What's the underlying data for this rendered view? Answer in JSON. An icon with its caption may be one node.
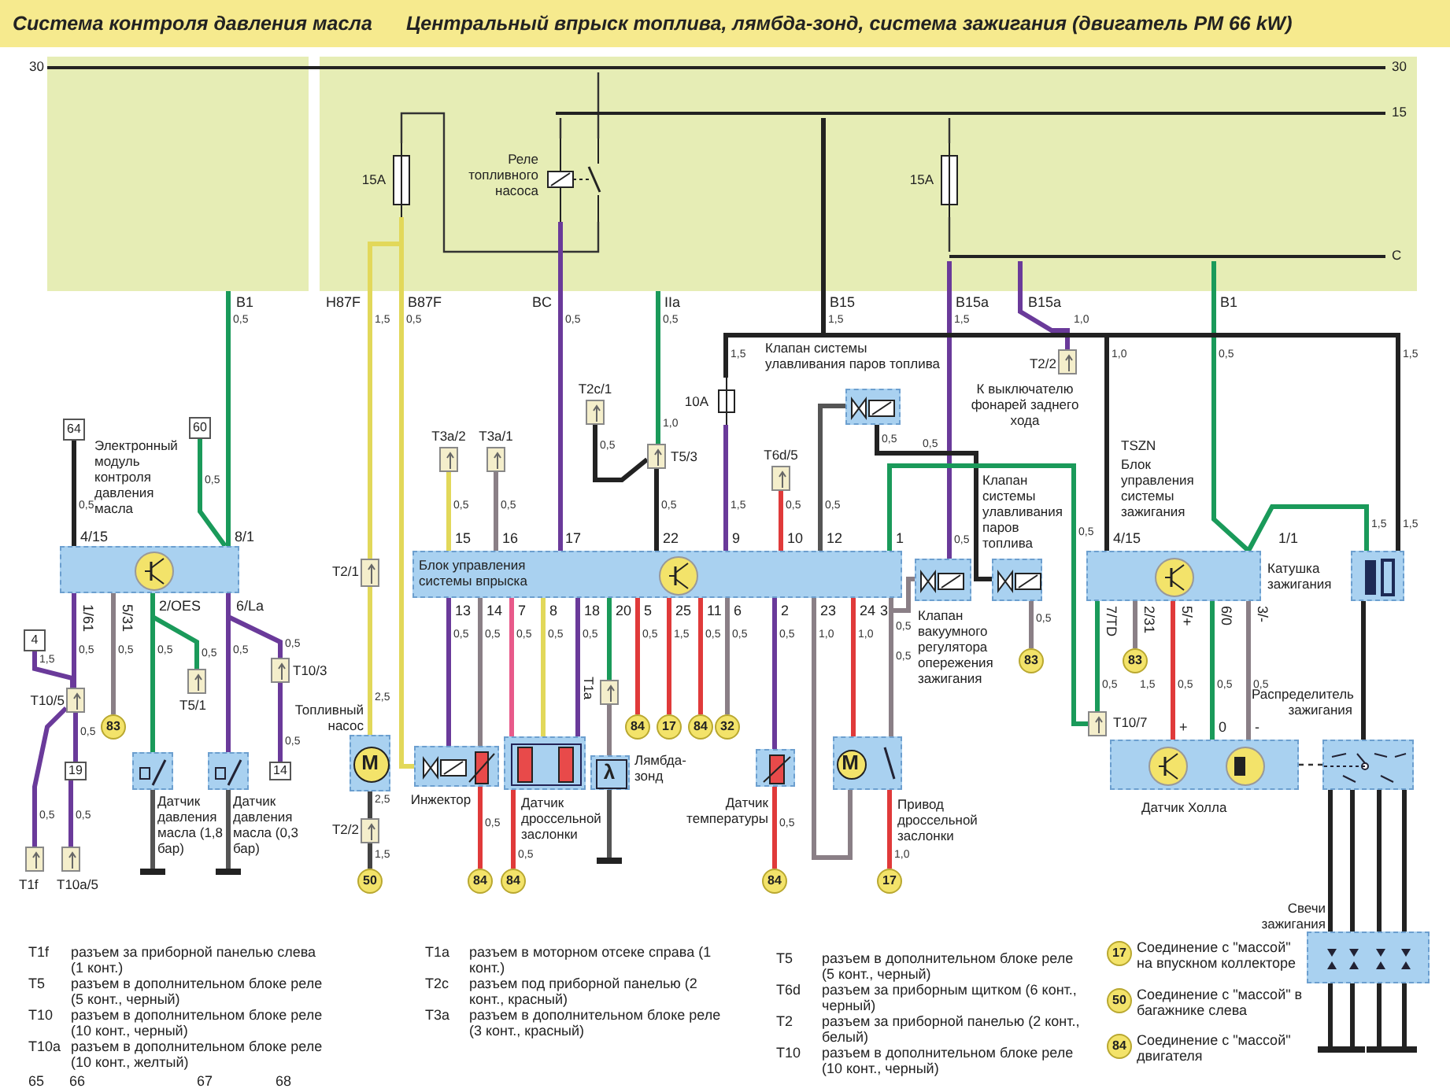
{
  "diagram": {
    "title": "Центральный впрыск топлива, лямбда-зонд, система зажигания (двигатель PM 66 kW)",
    "nodes": [
      {
        "text": [],
        "shape": "box"
      },
      {
        "text": [],
        "shape": "box"
      },
      {
        "text": [
          "30",
          "30"
        ]
      },
      {
        "text": [
          "15"
        ],
        "in": 1
      },
      {
        "text": [
          "C"
        ],
        "in": 1
      },
      {
        "text": [
          "Реле топливного насоса"
        ],
        "in": 1
      },
      {
        "text": [
          "15A"
        ],
        "in": 1
      },
      {
        "text": [
          "15A"
        ],
        "in": 1
      },
      {
        "text": [
          "Электронный модуль контроля давления масла"
        ]
      },
      {
        "text": [
          "64"
        ]
      },
      {
        "text": [
          "60"
        ]
      },
      {
        "text": [
          "4"
        ]
      },
      {
        "text": [
          "T10/5"
        ]
      },
      {
        "text": [
          "19"
        ]
      },
      {
        "text": [
          "T1f"
        ]
      },
      {
        "text": [
          "T10a/5"
        ]
      },
      {
        "text": [
          "83"
        ]
      },
      {
        "text": [
          "Датчик давления масла (1,8 бар)"
        ]
      },
      {
        "text": [
          "T5/1"
        ]
      },
      {
        "text": [
          "Датчик давления масла (0,3 бар)"
        ]
      },
      {
        "text": [
          "T10/3"
        ]
      },
      {
        "text": [
          "14"
        ]
      },
      {
        "text": [],
        "shape": "bar"
      },
      {
        "text": [],
        "shape": "bar"
      },
      {
        "text": [
          "T2/1"
        ]
      },
      {
        "text": [
          "Топливный насос",
          "M"
        ]
      },
      {
        "text": [
          "T2/2"
        ]
      },
      {
        "text": [
          "50"
        ]
      },
      {
        "text": [
          "Блок управления системы впрыска"
        ]
      },
      {
        "text": [
          "T3a/2"
        ]
      },
      {
        "text": [
          "T3a/1"
        ]
      },
      {
        "text": [
          "T2c/1"
        ]
      },
      {
        "text": [
          "T5/3"
        ]
      },
      {
        "text": [
          "10A"
        ]
      },
      {
        "text": [
          "Клапан системы улавливания паров топлива"
        ]
      },
      {
        "text": [
          "T6d/5"
        ]
      },
      {
        "text": [
          "T2/2",
          "К выключателю фонарей заднего хода"
        ]
      },
      {
        "text": [
          "Инжектор"
        ]
      },
      {
        "text": [
          "84"
        ]
      },
      {
        "text": [
          "Датчик дроссельной заслонки"
        ]
      },
      {
        "text": [
          "84"
        ]
      },
      {
        "text": [
          "T1a"
        ]
      },
      {
        "text": [
          "λ",
          "Лямбда-зонд"
        ]
      },
      {
        "text": [],
        "shape": "bar"
      },
      {
        "text": [
          "84"
        ]
      },
      {
        "text": [
          "17"
        ]
      },
      {
        "text": [
          "84"
        ]
      },
      {
        "text": [
          "32"
        ]
      },
      {
        "text": [
          "Датчик температуры"
        ]
      },
      {
        "text": [
          "84"
        ]
      },
      {
        "text": [
          "M",
          "Привод дроссельной заслонки"
        ]
      },
      {
        "text": [
          "17"
        ]
      },
      {
        "text": [
          "Клапан вакуумного регулятора опережения зажигания"
        ]
      },
      {
        "text": [
          "Клапан системы улавливания паров топлива"
        ]
      },
      {
        "text": [
          "83"
        ]
      },
      {
        "text": [
          "T10/7"
        ]
      },
      {
        "text": [
          "TSZN",
          "Блок управления системы зажигания"
        ]
      },
      {
        "text": [
          "83"
        ]
      },
      {
        "text": [
          "Катушка зажигания"
        ]
      },
      {
        "text": [
          "Датчик Холла"
        ]
      },
      {
        "text": [
          "Распределитель зажигания"
        ]
      },
      {
        "text": [
          "Свечи зажигания"
        ]
      },
      {
        "text": [],
        "shape": "bar"
      },
      {
        "text": [],
        "shape": "bar"
      },
      {
        "text": [],
        "shape": "bar"
      },
      {
        "text": [],
        "shape": "bar"
      }
    ],
    "edges": [
      {
        "from": 2,
        "to": 5,
        "arrow": "none"
      },
      {
        "from": 5,
        "to": 3,
        "arrow": "none"
      },
      {
        "from": 5,
        "to": 6,
        "arrow": "none"
      },
      {
        "from": 6,
        "to": 24,
        "arrow": "none",
        "color": "#e2d85a"
      },
      {
        "from": 24,
        "to": 25,
        "arrow": "none",
        "color": "#e2d85a"
      },
      {
        "from": 25,
        "to": 26,
        "arrow": "none",
        "color": "#444444"
      },
      {
        "from": 26,
        "to": 27,
        "arrow": "none",
        "color": "#444444"
      },
      {
        "from": 6,
        "to": 37,
        "arrow": "none",
        "color": "#e2d85a"
      },
      {
        "from": 5,
        "to": 28,
        "arrow": "none",
        "color": "#6a3a9a"
      },
      {
        "from": 3,
        "to": 7,
        "arrow": "none"
      },
      {
        "from": 7,
        "to": 4,
        "arrow": "none"
      },
      {
        "from": 4,
        "to": 52,
        "arrow": "none",
        "color": "#6a3a9a"
      },
      {
        "from": 4,
        "to": 36,
        "arrow": "none",
        "color": "#6a3a9a"
      },
      {
        "from": 4,
        "to": 56,
        "arrow": "none",
        "color": "#1a9a5a"
      },
      {
        "from": 56,
        "to": 58,
        "arrow": "none",
        "color": "#1a9a5a"
      },
      {
        "from": 3,
        "to": 33,
        "arrow": "none",
        "color": "#222222"
      },
      {
        "from": 3,
        "to": 56,
        "arrow": "none",
        "color": "#222222"
      },
      {
        "from": 3,
        "to": 58,
        "arrow": "none",
        "color": "#222222"
      },
      {
        "from": 33,
        "to": 28,
        "arrow": "none",
        "color": "#6a3a9a"
      },
      {
        "from": 28,
        "to": 34,
        "arrow": "none",
        "color": "#555555"
      },
      {
        "from": 34,
        "to": 53,
        "arrow": "none",
        "color": "#222222"
      },
      {
        "from": 53,
        "to": 54,
        "arrow": "none",
        "color": "#8a7f86"
      },
      {
        "from": 28,
        "to": 55,
        "arrow": "none",
        "color": "#1a9a5a"
      },
      {
        "from": 55,
        "to": 56,
        "arrow": "none",
        "color": "#1a9a5a"
      },
      {
        "from": 28,
        "to": 52,
        "arrow": "none",
        "color": "#8a7f86"
      },
      {
        "from": 28,
        "to": 29,
        "arrow": "none",
        "color": "#e2d85a"
      },
      {
        "from": 28,
        "to": 30,
        "arrow": "none",
        "color": "#8a7f86"
      },
      {
        "from": 28,
        "to": 32,
        "arrow": "none",
        "color": "#222222"
      },
      {
        "from": 32,
        "to": 31,
        "arrow": "none",
        "color": "#222222"
      },
      {
        "from": 1,
        "to": 32,
        "arrow": "none",
        "color": "#1a9a5a"
      },
      {
        "from": 28,
        "to": 35,
        "arrow": "none",
        "color": "#e03a3a"
      },
      {
        "from": 0,
        "to": 8,
        "arrow": "none",
        "color": "#1a9a5a"
      },
      {
        "from": 10,
        "to": 8,
        "arrow": "none",
        "color": "#1a9a5a"
      },
      {
        "from": 9,
        "to": 8,
        "arrow": "none",
        "color": "#222222"
      },
      {
        "from": 8,
        "to": 12,
        "arrow": "none",
        "color": "#6a3a9a"
      },
      {
        "from": 11,
        "to": 12,
        "arrow": "none",
        "color": "#6a3a9a"
      },
      {
        "from": 12,
        "to": 13,
        "arrow": "none",
        "color": "#6a3a9a"
      },
      {
        "from": 12,
        "to": 14,
        "arrow": "none",
        "color": "#6a3a9a"
      },
      {
        "from": 13,
        "to": 15,
        "arrow": "none",
        "color": "#6a3a9a"
      },
      {
        "from": 8,
        "to": 16,
        "arrow": "none",
        "color": "#8a7f86"
      },
      {
        "from": 8,
        "to": 17,
        "arrow": "none",
        "color": "#1a9a5a"
      },
      {
        "from": 8,
        "to": 18,
        "arrow": "none",
        "color": "#1a9a5a"
      },
      {
        "from": 8,
        "to": 19,
        "arrow": "none",
        "color": "#6a3a9a"
      },
      {
        "from": 8,
        "to": 20,
        "arrow": "none",
        "color": "#6a3a9a"
      },
      {
        "from": 20,
        "to": 21,
        "arrow": "none",
        "color": "#6a3a9a"
      },
      {
        "from": 17,
        "to": 22,
        "arrow": "none",
        "color": "#555555"
      },
      {
        "from": 19,
        "to": 23,
        "arrow": "none",
        "color": "#555555"
      },
      {
        "from": 28,
        "to": 37,
        "arrow": "none",
        "color": "#6a3a9a"
      },
      {
        "from": 28,
        "to": 37,
        "arrow": "none",
        "color": "#8a7f86"
      },
      {
        "from": 37,
        "to": 38,
        "arrow": "none",
        "color": "#e03a3a"
      },
      {
        "from": 28,
        "to": 39,
        "arrow": "none",
        "color": "#e85a8a"
      },
      {
        "from": 28,
        "to": 39,
        "arrow": "none",
        "color": "#e2d85a"
      },
      {
        "from": 28,
        "to": 39,
        "arrow": "none",
        "color": "#6a3a9a"
      },
      {
        "from": 39,
        "to": 40,
        "arrow": "none",
        "color": "#e03a3a"
      },
      {
        "from": 28,
        "to": 41,
        "arrow": "none",
        "color": "#1a9a5a"
      },
      {
        "from": 41,
        "to": 42,
        "arrow": "none",
        "color": "#8a7f86"
      },
      {
        "from": 42,
        "to": 43,
        "arrow": "none",
        "color": "#555555"
      },
      {
        "from": 28,
        "to": 44,
        "arrow": "none",
        "color": "#e03a3a"
      },
      {
        "from": 28,
        "to": 45,
        "arrow": "none",
        "color": "#e03a3a"
      },
      {
        "from": 28,
        "to": 46,
        "arrow": "none",
        "color": "#e03a3a"
      },
      {
        "from": 28,
        "to": 47,
        "arrow": "none",
        "color": "#8a7f86"
      },
      {
        "from": 28,
        "to": 48,
        "arrow": "none",
        "color": "#6a3a9a"
      },
      {
        "from": 48,
        "to": 49,
        "arrow": "none",
        "color": "#e03a3a"
      },
      {
        "from": 28,
        "to": 50,
        "arrow": "none",
        "color": "#8a7f86"
      },
      {
        "from": 28,
        "to": 50,
        "arrow": "none",
        "color": "#e03a3a"
      },
      {
        "from": 28,
        "to": 50,
        "arrow": "none",
        "color": "#8a7f86"
      },
      {
        "from": 50,
        "to": 51,
        "arrow": "none",
        "color": "#e03a3a"
      },
      {
        "from": 56,
        "to": 57,
        "arrow": "none",
        "color": "#8a7f86"
      },
      {
        "from": 56,
        "to": 59,
        "arrow": "none",
        "color": "#e03a3a"
      },
      {
        "from": 56,
        "to": 59,
        "arrow": "none",
        "color": "#1a9a5a"
      },
      {
        "from": 56,
        "to": 59,
        "arrow": "none",
        "color": "#8a7f86"
      },
      {
        "from": 59,
        "to": 60,
        "arrow": "none",
        "style": "dashed"
      },
      {
        "from": 58,
        "to": 60,
        "arrow": "none",
        "color": "#222222"
      },
      {
        "from": 60,
        "to": 61,
        "arrow": "none",
        "color": "#222222"
      },
      {
        "from": 60,
        "to": 61,
        "arrow": "none",
        "color": "#222222"
      },
      {
        "from": 60,
        "to": 61,
        "arrow": "none",
        "color": "#222222"
      },
      {
        "from": 60,
        "to": 61,
        "arrow": "none",
        "color": "#222222"
      },
      {
        "from": 61,
        "to": 62,
        "arrow": "none",
        "color": "#222222"
      },
      {
        "from": 61,
        "to": 63,
        "arrow": "none",
        "color": "#222222"
      },
      {
        "from": 61,
        "to": 64,
        "arrow": "none",
        "color": "#222222"
      },
      {
        "from": 61,
        "to": 65,
        "arrow": "none",
        "color": "#222222"
      }
    ],
    "labels": [
      "Система контроля давления масла",
      "B1",
      "H87F",
      "B87F",
      "BC",
      "IIa",
      "B15",
      "B15a",
      "B15a",
      "B1",
      "0,5",
      "1,5",
      "0,5",
      "0,5",
      "0,5",
      "1,5",
      "1,5",
      "1,0",
      "1,5",
      "1,0",
      "0,5",
      "1,5",
      "1,0",
      "0,5",
      "0,5",
      "0,5",
      "0,5",
      "4/15",
      "8/1",
      "0,5",
      "15",
      "0,5",
      "16",
      "17",
      "0,5",
      "22",
      "1,5",
      "9",
      "0,5",
      "10",
      "0,5",
      "12",
      "1",
      "0,5",
      "0,5",
      "0,5",
      "4/15",
      "1/1",
      "1,5",
      "1,5",
      "1/61",
      "5/31",
      "2/OES",
      "6/La",
      "0,5",
      "0,5",
      "0,5",
      "0,5",
      "0,5",
      "0,5",
      "1,5",
      "0,5",
      "0,5",
      "0,5",
      "0,5",
      "13",
      "0,5",
      "14",
      "0,5",
      "7",
      "0,5",
      "8",
      "0,5",
      "18",
      "0,5",
      "20",
      "5",
      "0,5",
      "25",
      "1,5",
      "11",
      "0,5",
      "6",
      "0,5",
      "2",
      "0,5",
      "23",
      "1,0",
      "24",
      "1,0",
      "3",
      "0,5",
      "0,5",
      "0,5",
      "7/TD",
      "2/31",
      "5/+",
      "6/0",
      "3/-",
      "0,5",
      "1,5",
      "0,5",
      "0,5",
      "0,5",
      "+",
      "0",
      "-",
      "2,5",
      "2,5",
      "1,5",
      "0,5",
      "0,5",
      "0,5",
      "1,0",
      "T1f",
      "разъем за приборной панелью слева (1 конт.)",
      "T5",
      "разъем в дополнительном блоке реле (5 конт., черный)",
      "T10",
      "разъем в дополнительном блоке реле (10 конт., черный)",
      "T10a",
      "разъем в дополнительном блоке реле (10 конт., желтый)",
      "T1a",
      "разъем в моторном отсеке справа (1 конт.)",
      "T2c",
      "разъем под приборной панелью (2 конт., красный)",
      "T3a",
      "разъем в дополнительном блоке реле (3 конт., красный)",
      "T5",
      "разъем в дополнительном блоке реле (5 конт., черный)",
      "T6d",
      "разъем за приборным щитком (6 конт., черный)",
      "T2",
      "разъем за приборной панелью (2 конт., белый)",
      "T10",
      "разъем в дополнительном блоке реле (10 конт., черный)",
      "17",
      "Соединение с \"массой\" на впускном коллекторе",
      "50",
      "Соединение с \"массой\" в багажнике слева",
      "84",
      "Соединение с \"массой\" двигателя",
      "65",
      "66",
      "67",
      "68"
    ]
  }
}
